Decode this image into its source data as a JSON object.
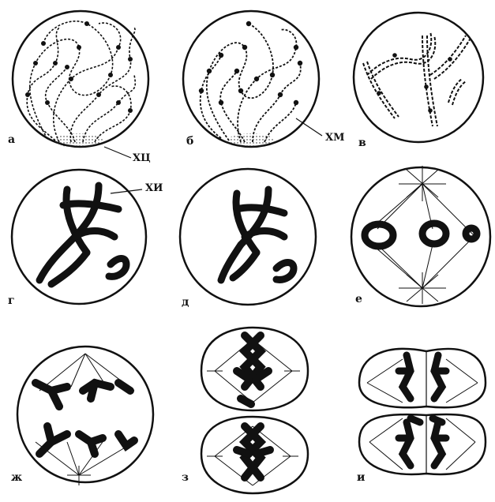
{
  "panels": [
    {
      "id": "a",
      "label": "а"
    },
    {
      "id": "b",
      "label": "б"
    },
    {
      "id": "v",
      "label": "в"
    },
    {
      "id": "g",
      "label": "г"
    },
    {
      "id": "d",
      "label": "д"
    },
    {
      "id": "e",
      "label": "е"
    },
    {
      "id": "zh",
      "label": "ж"
    },
    {
      "id": "z",
      "label": "з"
    },
    {
      "id": "i",
      "label": "и"
    }
  ],
  "callouts": {
    "centriole_zone": "ХЦ",
    "chromomere": "ХМ",
    "chromatid": "ХИ"
  }
}
